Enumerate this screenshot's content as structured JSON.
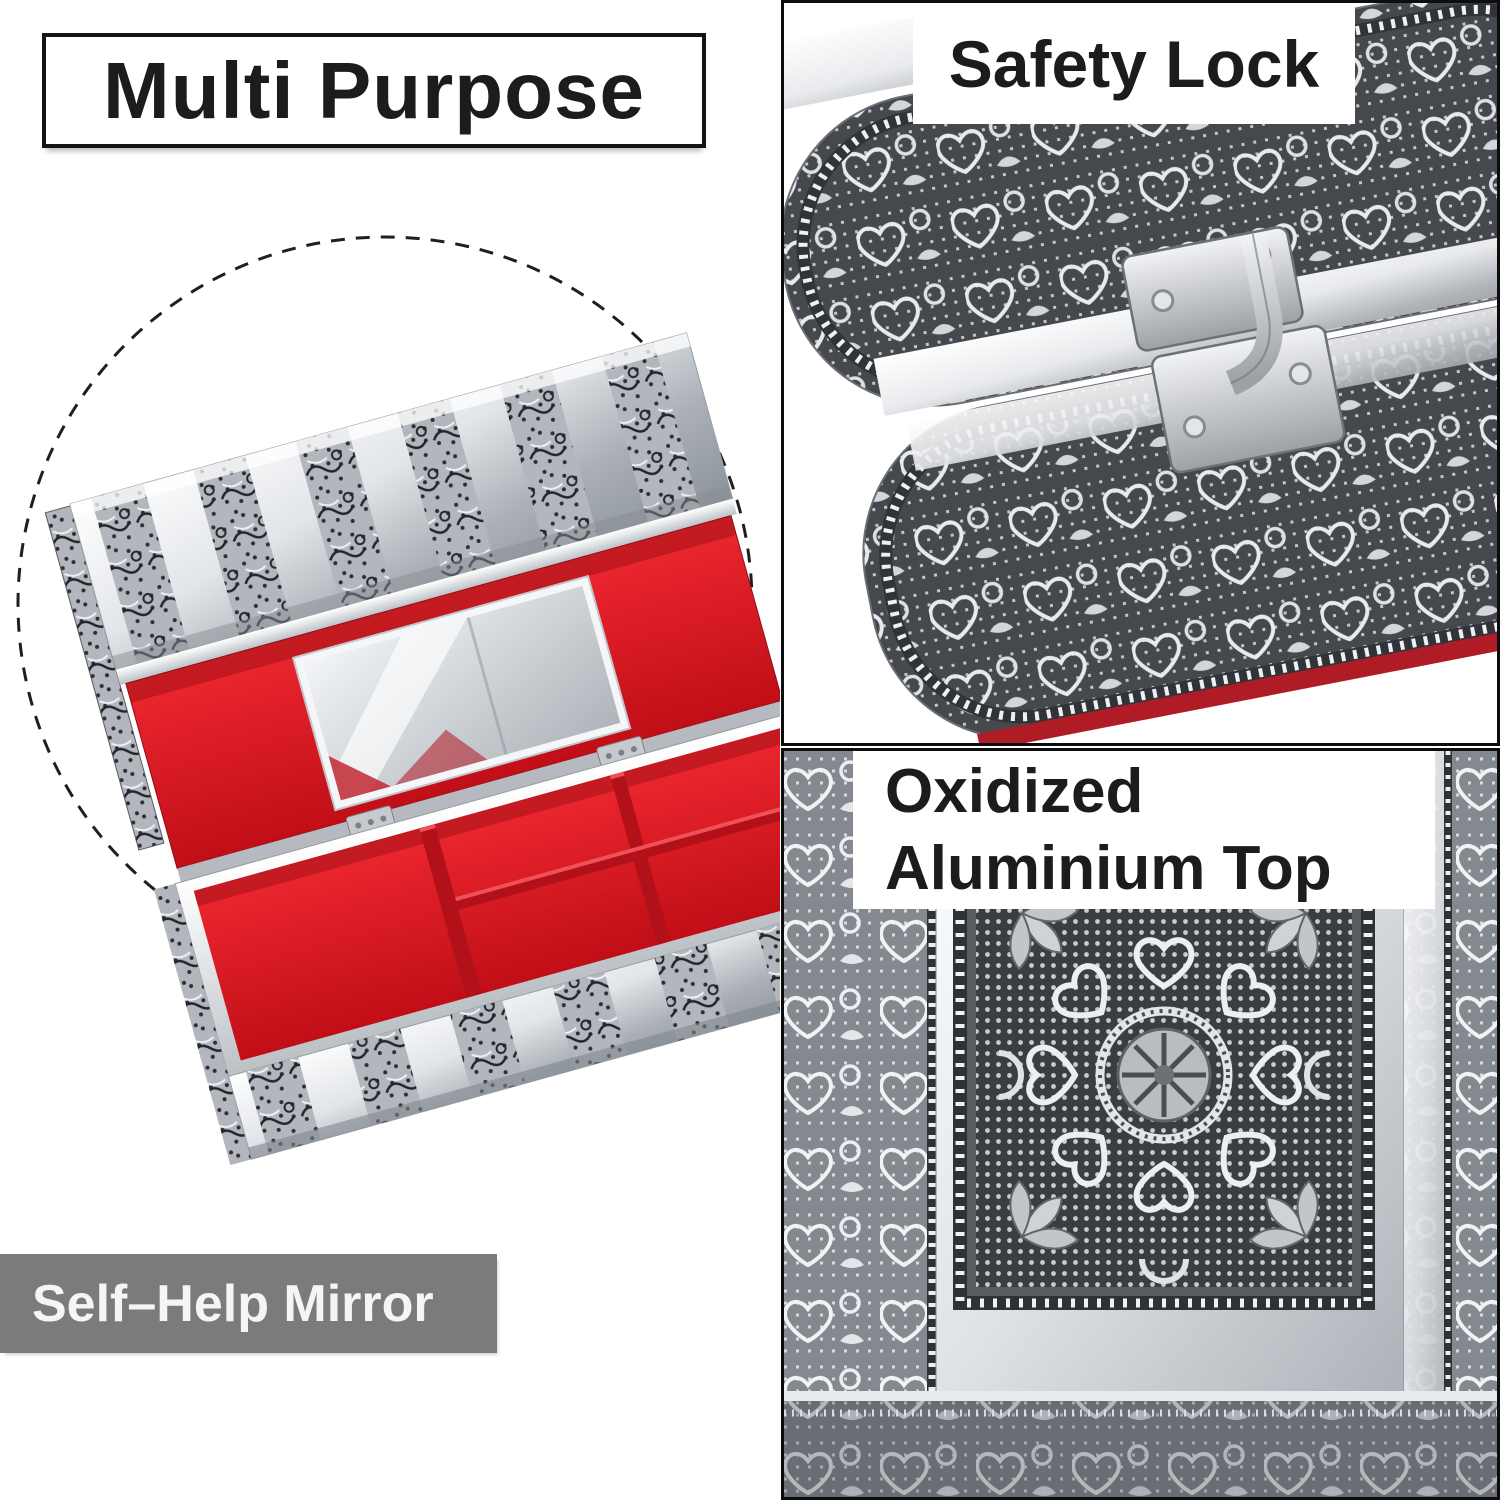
{
  "title_labels": {
    "multi_purpose": "Multi Purpose",
    "safety_lock": "Safety Lock",
    "oxidized_line1": "Oxidized",
    "oxidized_line2": "Aluminium Top",
    "self_help_mirror": "Self–Help Mirror"
  },
  "colors": {
    "background": "#ffffff",
    "label_border": "#141414",
    "label_text": "#1c1c1c",
    "gray_bar_bg": "#7b7b7b",
    "gray_bar_text": "#f5f5f5",
    "photo_border": "#0d0d0d",
    "velvet_red": "#d6121c",
    "velvet_red_dark": "#a50d14",
    "silver_light": "#f4f5f7",
    "silver_mid": "#b9bdc2",
    "silver_dark": "#3f4247"
  },
  "illustrations": {
    "open_box": "open-jewelry-box-with-mirror-and-red-velvet-compartments",
    "lock_closeup": "closed-box-metal-latch-closeup",
    "top_closeup": "embossed-aluminium-lid-medallion-closeup"
  }
}
